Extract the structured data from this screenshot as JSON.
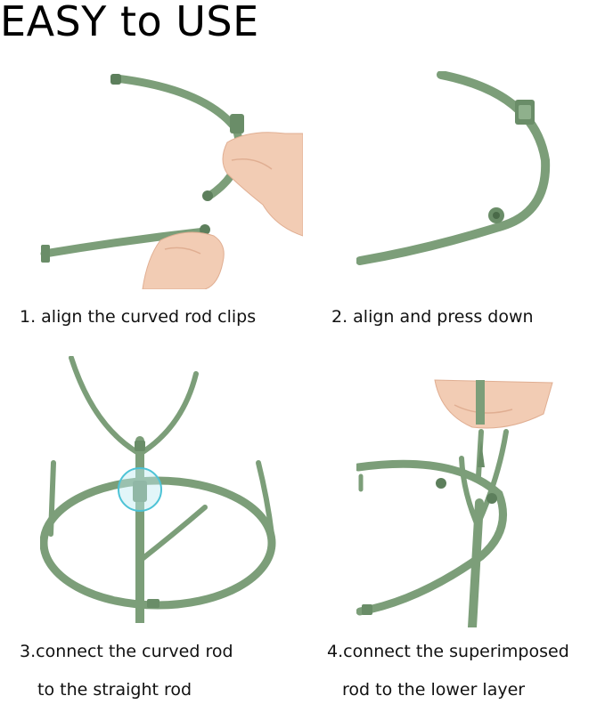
{
  "heading": "EASY to USE",
  "steps": [
    {
      "caption_line1": "1. align the curved rod clips"
    },
    {
      "caption_line1": "2. align and press down"
    },
    {
      "caption_line1": "3.connect the curved rod",
      "caption_line2": "to the straight rod"
    },
    {
      "caption_line1": "4.connect the superimposed",
      "caption_line2": "rod to the lower layer"
    }
  ],
  "colors": {
    "rod_green": "#7c9e79",
    "rod_dark": "#5d7f5c",
    "skin": "#f0c8b0",
    "highlight_ring": "#4dc3d6"
  }
}
